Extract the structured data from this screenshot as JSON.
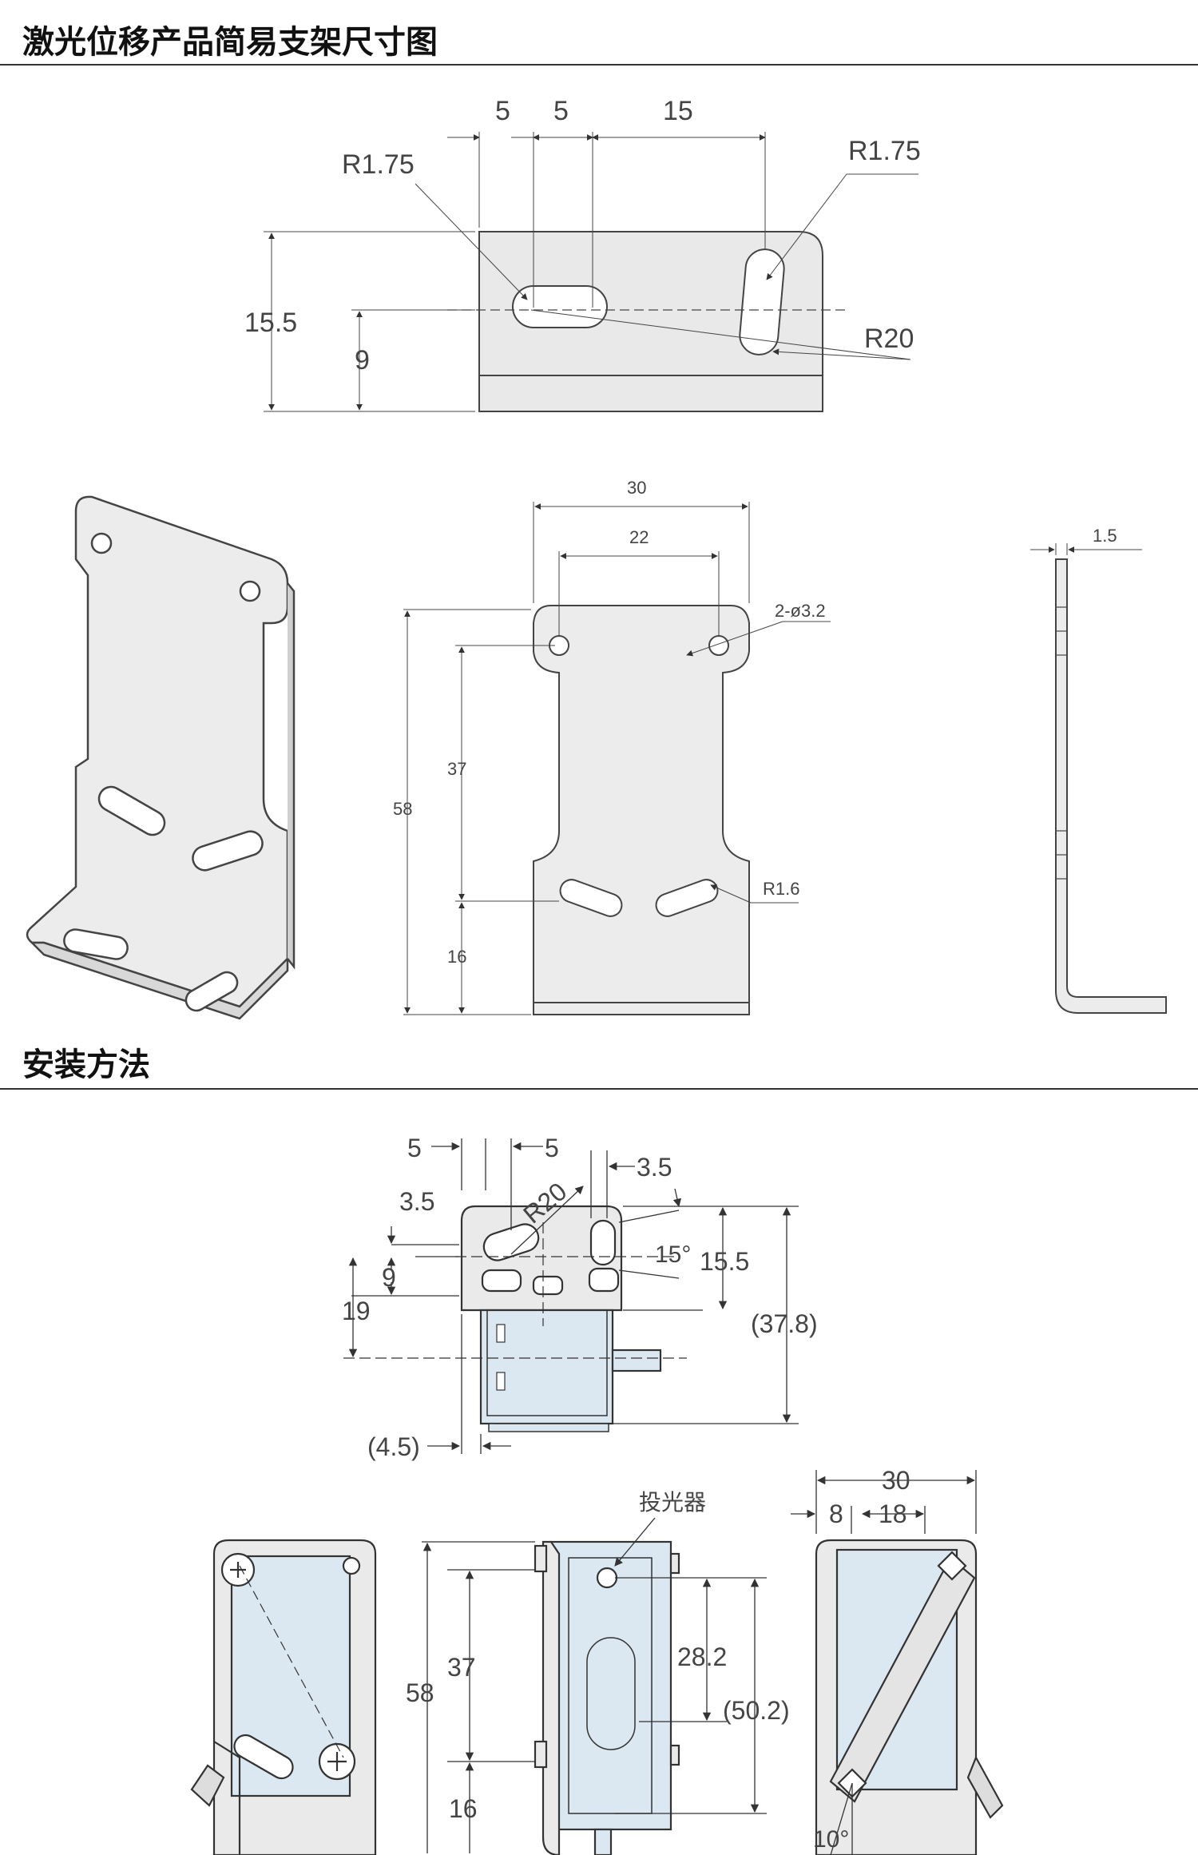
{
  "sections": [
    {
      "title": "激光位移产品简易支架尺寸图"
    },
    {
      "title": "安装方法"
    }
  ],
  "top_view": {
    "dims": [
      "5",
      "5",
      "15",
      "R1.75",
      "R1.75",
      "15.5",
      "9",
      "R20"
    ]
  },
  "bracket_views": {
    "dims": [
      "30",
      "22",
      "2-ø3.2",
      "58",
      "37",
      "16",
      "R1.6",
      "1.5"
    ]
  },
  "install_top": {
    "dims": [
      "5",
      "5",
      "3.5",
      "3.5",
      "R20",
      "15°",
      "15.5",
      "9",
      "19",
      "(37.8)",
      "(4.5)"
    ]
  },
  "install_bottom": {
    "emitter_label": "投光器",
    "dims": [
      "37",
      "58",
      "16",
      "28.2",
      "(50.2)",
      "30",
      "8",
      "18",
      "10°"
    ]
  },
  "colors": {
    "metal": "#e9e9e9",
    "sensor": "#dde9f2",
    "line": "#333333",
    "dim_line": "#555555"
  }
}
